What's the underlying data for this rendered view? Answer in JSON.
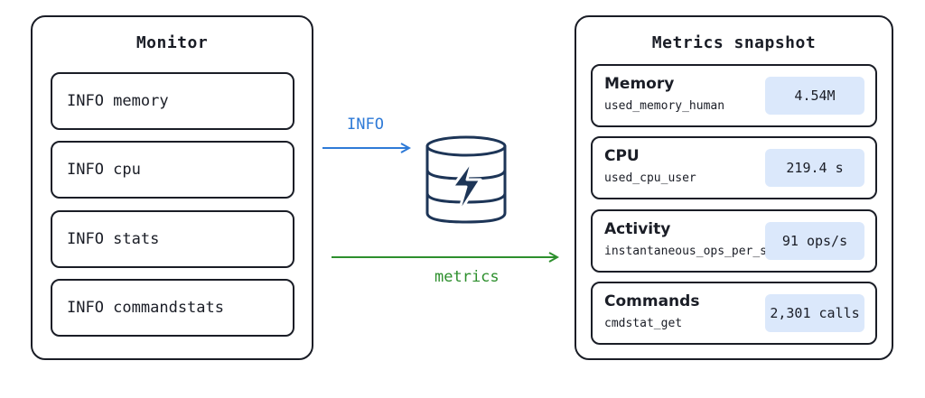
{
  "monitor": {
    "title": "Monitor",
    "commands": [
      "INFO memory",
      "INFO cpu",
      "INFO stats",
      "INFO commandstats"
    ]
  },
  "edges": {
    "request_label": "INFO",
    "response_label": "metrics",
    "request_color": "#2e7ad7",
    "response_color": "#2d8f2d"
  },
  "database": {
    "icon": "database-lightning-icon",
    "color": "#1d3557"
  },
  "snapshot": {
    "title": "Metrics snapshot",
    "cards": [
      {
        "label": "Memory",
        "key": "used_memory_human",
        "value": "4.54M"
      },
      {
        "label": "CPU",
        "key": "used_cpu_user",
        "value": "219.4 s"
      },
      {
        "label": "Activity",
        "key": "instantaneous_ops_per_sec",
        "value": "91 ops/s"
      },
      {
        "label": "Commands",
        "key": "cmdstat_get",
        "value": "2,301 calls"
      }
    ],
    "value_bg": "#dbe8fb"
  }
}
